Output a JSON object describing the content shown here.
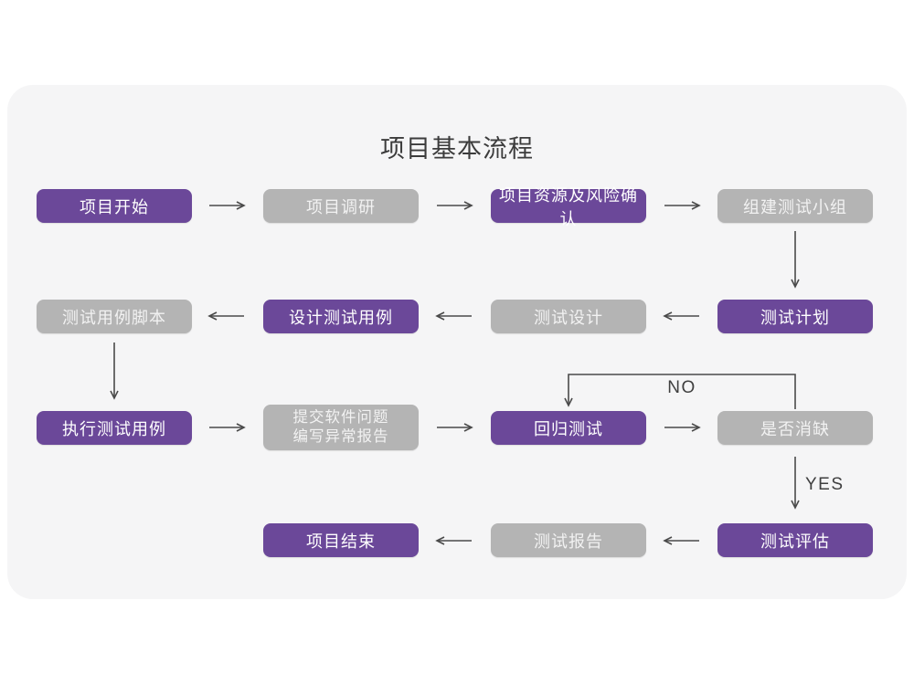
{
  "title": "项目基本流程",
  "colors": {
    "purple": "#6B4899",
    "gray": "#B4B4B4",
    "card_bg": "#F5F5F6",
    "arrow": "#4A4A4A",
    "title_text": "#3C3C3C",
    "purple_text": "#FFFFFF",
    "gray_text": "#F2F2F2",
    "edge_label_text": "#3F3F3F"
  },
  "nodes": [
    {
      "id": "project-start",
      "label": "项目开始",
      "variant": "purple"
    },
    {
      "id": "project-research",
      "label": "项目调研",
      "variant": "gray"
    },
    {
      "id": "resource-risk",
      "label": "项目资源及风险确认",
      "variant": "purple"
    },
    {
      "id": "build-test-team",
      "label": "组建测试小组",
      "variant": "gray"
    },
    {
      "id": "test-plan",
      "label": "测试计划",
      "variant": "purple"
    },
    {
      "id": "test-design",
      "label": "测试设计",
      "variant": "gray"
    },
    {
      "id": "design-test-case",
      "label": "设计测试用例",
      "variant": "purple"
    },
    {
      "id": "test-case-script",
      "label": "测试用例脚本",
      "variant": "gray"
    },
    {
      "id": "execute-test-case",
      "label": "执行测试用例",
      "variant": "purple"
    },
    {
      "id": "submit-issue-report",
      "label": "提交软件问题\n编写异常报告",
      "variant": "gray"
    },
    {
      "id": "regression-test",
      "label": "回归测试",
      "variant": "purple"
    },
    {
      "id": "defect-cleared",
      "label": "是否消缺",
      "variant": "gray"
    },
    {
      "id": "test-evaluation",
      "label": "测试评估",
      "variant": "purple"
    },
    {
      "id": "test-report",
      "label": "测试报告",
      "variant": "gray"
    },
    {
      "id": "project-end",
      "label": "项目结束",
      "variant": "purple"
    }
  ],
  "edge_labels": {
    "no": "NO",
    "yes": "YES"
  },
  "edges": [
    {
      "from": "project-start",
      "to": "project-research"
    },
    {
      "from": "project-research",
      "to": "resource-risk"
    },
    {
      "from": "resource-risk",
      "to": "build-test-team"
    },
    {
      "from": "build-test-team",
      "to": "test-plan"
    },
    {
      "from": "test-plan",
      "to": "test-design"
    },
    {
      "from": "test-design",
      "to": "design-test-case"
    },
    {
      "from": "design-test-case",
      "to": "test-case-script"
    },
    {
      "from": "test-case-script",
      "to": "execute-test-case"
    },
    {
      "from": "execute-test-case",
      "to": "submit-issue-report"
    },
    {
      "from": "submit-issue-report",
      "to": "regression-test"
    },
    {
      "from": "regression-test",
      "to": "defect-cleared"
    },
    {
      "from": "defect-cleared",
      "to": "regression-test",
      "label": "NO"
    },
    {
      "from": "defect-cleared",
      "to": "test-evaluation",
      "label": "YES"
    },
    {
      "from": "test-evaluation",
      "to": "test-report"
    },
    {
      "from": "test-report",
      "to": "project-end"
    }
  ]
}
